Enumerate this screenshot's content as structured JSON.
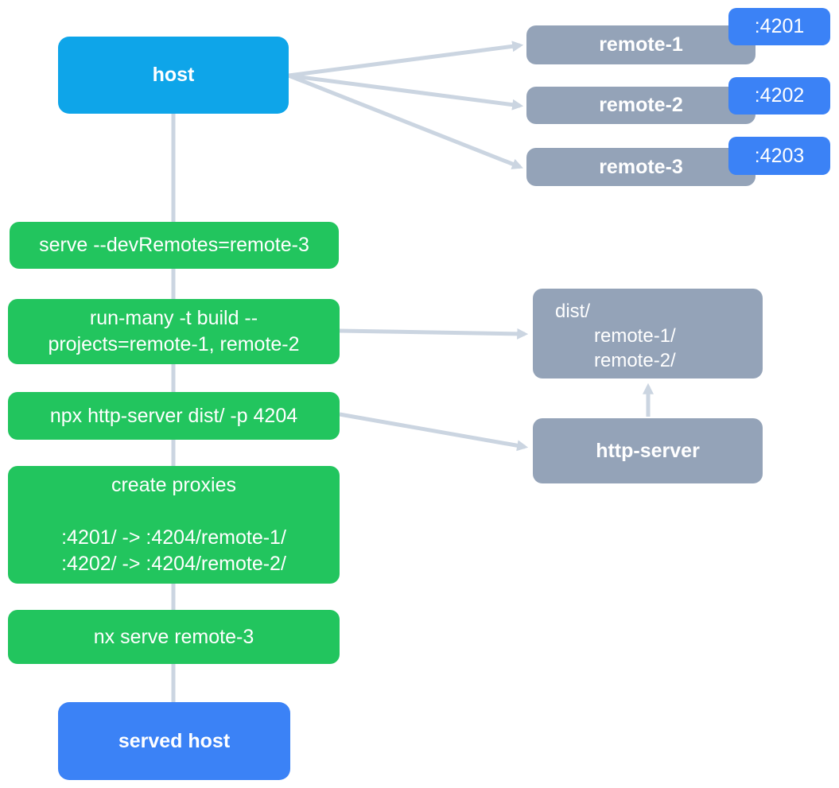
{
  "diagram": {
    "colors": {
      "host_fill": "#0EA5E9",
      "remote_fill": "#94A3B8",
      "port_fill": "#3B82F6",
      "step_fill": "#22C55E",
      "served_host_fill": "#3B82F6",
      "arrow_color": "#CBD5E1",
      "text_color": "#FFFFFF",
      "background": "#FFFFFF"
    },
    "nodes": {
      "host": {
        "label": "host"
      },
      "remotes": [
        {
          "label": "remote-1",
          "port": ":4201"
        },
        {
          "label": "remote-2",
          "port": ":4202"
        },
        {
          "label": "remote-3",
          "port": ":4203"
        }
      ],
      "steps": [
        {
          "lines": [
            "serve --devRemotes=remote-3"
          ]
        },
        {
          "lines": [
            "run-many -t build --",
            "projects=remote-1, remote-2"
          ]
        },
        {
          "lines": [
            "npx http-server dist/ -p 4204"
          ]
        },
        {
          "lines": [
            "create proxies",
            "",
            ":4201/ -> :4204/remote-1/",
            ":4202/ -> :4204/remote-2/"
          ]
        },
        {
          "lines": [
            "nx serve remote-3"
          ]
        }
      ],
      "dist_folder": {
        "title": "dist/",
        "items": [
          "remote-1/",
          "remote-2/"
        ]
      },
      "http_server": {
        "label": "http-server"
      },
      "served_host": {
        "label": "served host"
      }
    },
    "edges": [
      {
        "from": "host",
        "to": "remote-1"
      },
      {
        "from": "host",
        "to": "remote-2"
      },
      {
        "from": "host",
        "to": "remote-3"
      },
      {
        "from": "host",
        "to": "served-host"
      },
      {
        "from": "step-run-many-build",
        "to": "dist-folder"
      },
      {
        "from": "step-npx-http-server",
        "to": "http-server"
      },
      {
        "from": "http-server",
        "to": "dist-folder"
      }
    ]
  }
}
